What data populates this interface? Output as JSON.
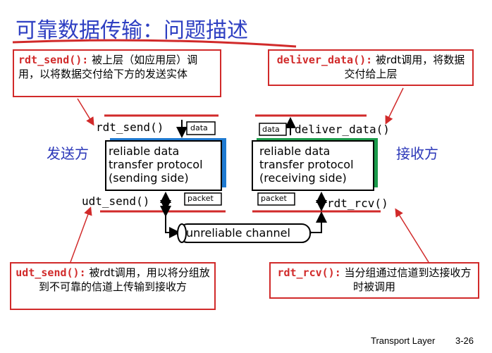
{
  "title": "可靠数据传输：问题描述",
  "notes": {
    "rdt_send": {
      "keyword": "rdt_send():",
      "text": "被上层（如应用层）调用，以将数据交付给下方的发送实体"
    },
    "deliver_data": {
      "keyword": "deliver_data():",
      "text": "被rdt调用，将数据交付给上层"
    },
    "udt_send": {
      "keyword": "udt_send():",
      "text": "被rdt调用，用以将分组放到不可靠的信道上传输到接收方"
    },
    "rdt_rcv": {
      "keyword": "rdt_rcv():",
      "text": "当分组通过信道到达接收方时被调用"
    }
  },
  "sender": {
    "side_label": "发送方",
    "top_func": "rdt_send()",
    "top_tag": "data",
    "box_lines": [
      "reliable data",
      "transfer protocol",
      "(sending side)"
    ],
    "bottom_func": "udt_send()",
    "bottom_tag": "packet"
  },
  "receiver": {
    "side_label": "接收方",
    "top_func": "deliver_data()",
    "top_tag": "data",
    "box_lines": [
      "reliable data",
      "transfer protocol",
      "(receiving side)"
    ],
    "bottom_func": "rdt_rcv()",
    "bottom_tag": "packet"
  },
  "channel_label": "unreliable channel",
  "footer": {
    "section": "Transport Layer",
    "page": "3-26"
  },
  "colors": {
    "accent_red": "#d12a2a",
    "title_blue": "#2e3fc2",
    "sender_blue": "#1f7ad1",
    "receiver_green": "#1a9a4a"
  }
}
